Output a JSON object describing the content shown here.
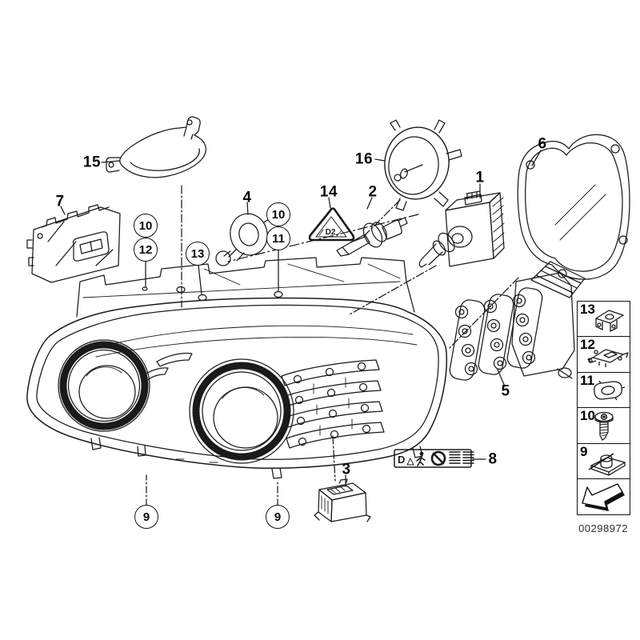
{
  "footer": {
    "image_number": "00298972"
  },
  "callouts": [
    {
      "label": "15"
    },
    {
      "label": "7"
    },
    {
      "label": "4"
    },
    {
      "label": "14"
    },
    {
      "label": "2"
    },
    {
      "label": "16"
    },
    {
      "label": "1"
    },
    {
      "label": "6"
    },
    {
      "label": "5"
    },
    {
      "label": "8"
    },
    {
      "label": "3"
    },
    {
      "label": "10"
    },
    {
      "label": "12"
    },
    {
      "label": "13"
    },
    {
      "label": "10"
    },
    {
      "label": "11"
    },
    {
      "label": "9"
    },
    {
      "label": "9"
    }
  ],
  "sidebar": {
    "items": [
      {
        "label": "13",
        "icon": "clip-bracket-icon"
      },
      {
        "label": "12",
        "icon": "spring-clip-icon"
      },
      {
        "label": "11",
        "icon": "nut-plate-icon"
      },
      {
        "label": "10",
        "icon": "screw-icon"
      },
      {
        "label": "9",
        "icon": "sheet-metal-nut-icon"
      },
      {
        "label": "",
        "icon": "direction-arrow-icon"
      }
    ]
  },
  "labels": {
    "triangle_warning": "D2",
    "sticker_d": "D"
  },
  "colors": {
    "line": "#1a1a1a",
    "background": "#ffffff"
  }
}
